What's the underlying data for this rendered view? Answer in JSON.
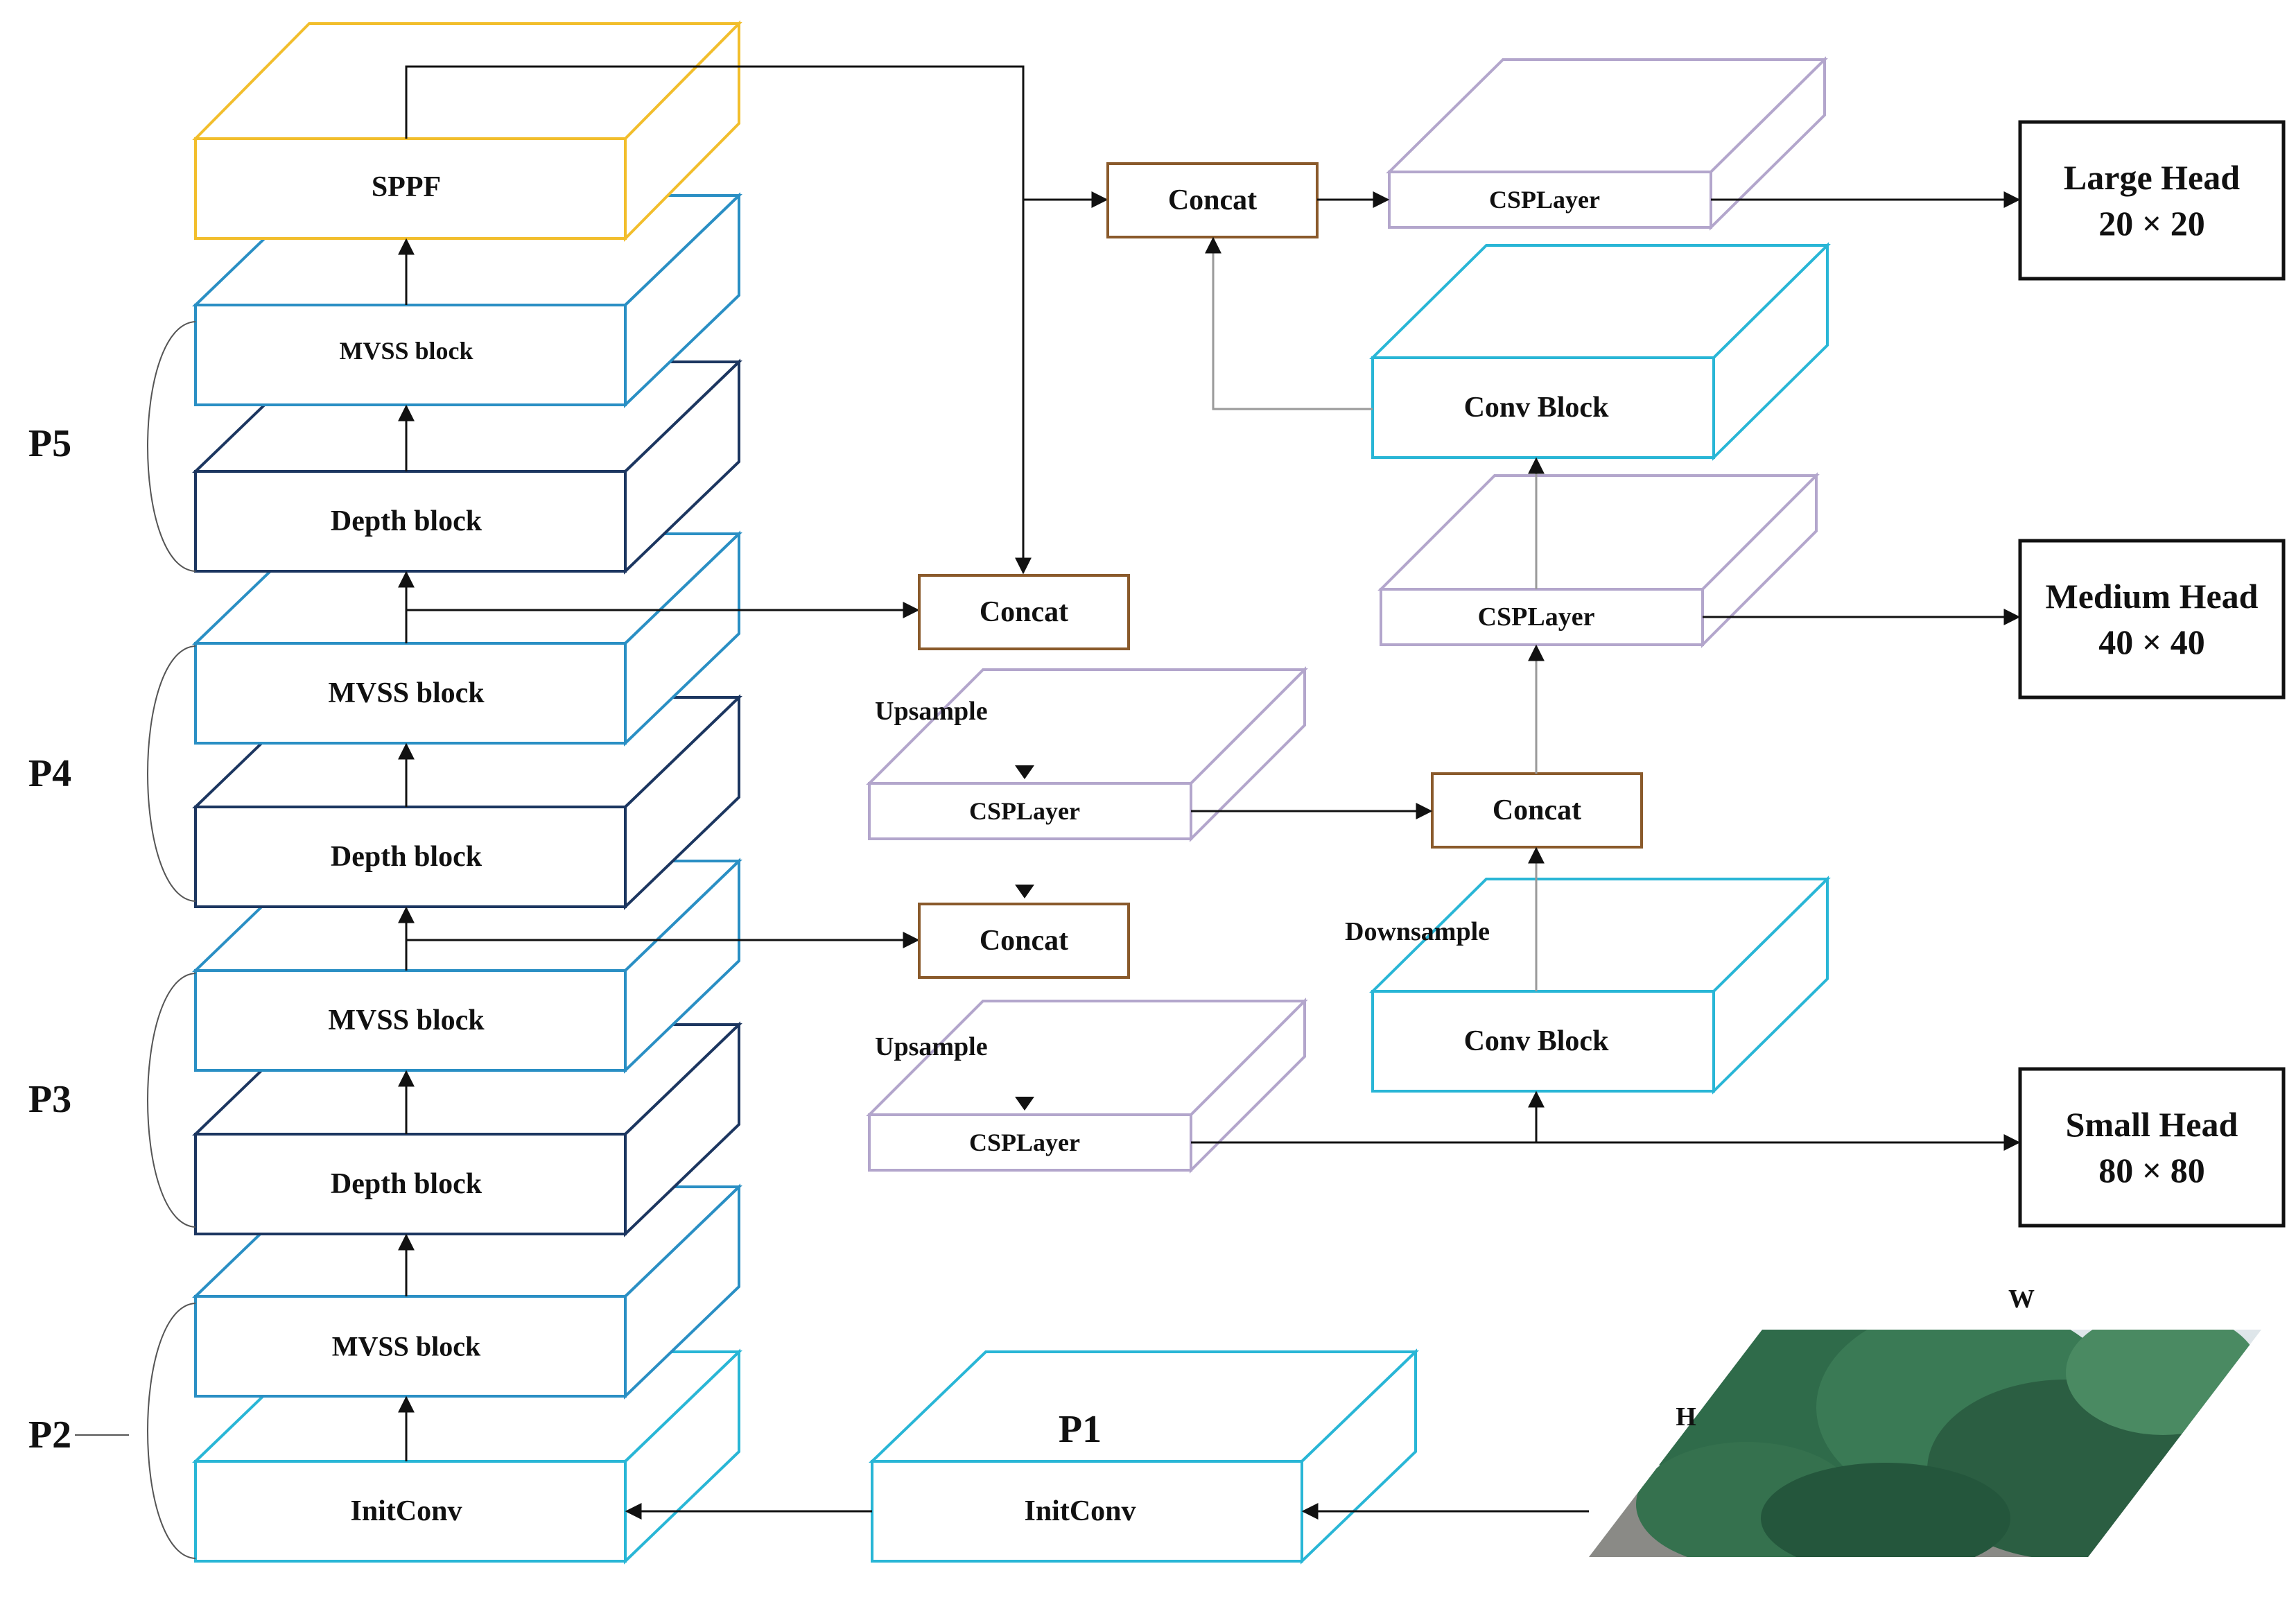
{
  "colors": {
    "sppf": "#f2be2c",
    "cyan": "#29b6d6",
    "blue": "#2a8fc4",
    "navy": "#1c3660",
    "lavender": "#b3a6cc",
    "concat": "#8a5a2b",
    "arrow": "#111111",
    "grey_line": "#9a9a9a"
  },
  "backbone": {
    "sppf": "SPPF",
    "p5_mvss": "MVSS block",
    "p5_depth": "Depth block",
    "p4_mvss": "MVSS block",
    "p4_depth": "Depth block",
    "p3_mvss": "MVSS block",
    "p3_depth": "Depth block",
    "p2_mvss": "MVSS block",
    "p2_init": "InitConv"
  },
  "stages": {
    "p5": "P5",
    "p4": "P4",
    "p3": "P3",
    "p2": "P2"
  },
  "stem": {
    "title": "P1",
    "label": "InitConv"
  },
  "neck": {
    "concat_top": "Concat",
    "concat_p4": "Concat",
    "concat_p3": "Concat",
    "concat_mid": "Concat",
    "csp_top": "CSPLayer",
    "csp_mid": "CSPLayer",
    "csp_up1": "CSPLayer",
    "csp_up2": "CSPLayer",
    "conv_top": "Conv Block",
    "conv_bottom": "Conv Block",
    "upsample1": "Upsample",
    "upsample2": "Upsample",
    "downsample": "Downsample"
  },
  "heads": {
    "large_title": "Large Head",
    "large_size": "20 × 20",
    "medium_title": "Medium Head",
    "medium_size": "40 × 40",
    "small_title": "Small Head",
    "small_size": "80 × 80"
  },
  "input": {
    "w": "W",
    "h": "H"
  }
}
